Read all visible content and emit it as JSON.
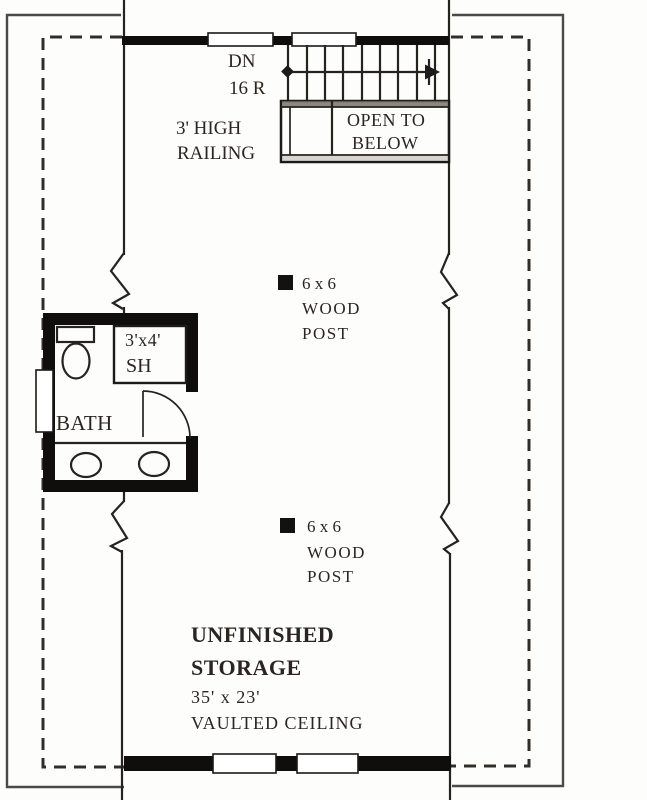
{
  "colors": {
    "ink": "#26231f",
    "wall": "#0f0e0c",
    "paper": "#fdfdfb",
    "roof_line": "#4c4a46"
  },
  "plan": {
    "stairs": {
      "direction_label": "DN",
      "risers_label": "16 R"
    },
    "railing": {
      "line1": "3' HIGH",
      "line2": "RAILING"
    },
    "open_to_below": {
      "line1": "OPEN TO",
      "line2": "BELOW"
    },
    "posts": [
      {
        "line1": "6 x 6",
        "line2": "WOOD",
        "line3": "POST"
      },
      {
        "line1": "6 x 6",
        "line2": "WOOD",
        "line3": "POST"
      }
    ],
    "bathroom": {
      "label": "BATH",
      "shower_size": "3'x4'",
      "shower_abbr": "SH"
    },
    "storage": {
      "line1": "UNFINISHED",
      "line2": "STORAGE",
      "dimensions": "35' x 23'",
      "ceiling": "VAULTED CEILING"
    }
  }
}
